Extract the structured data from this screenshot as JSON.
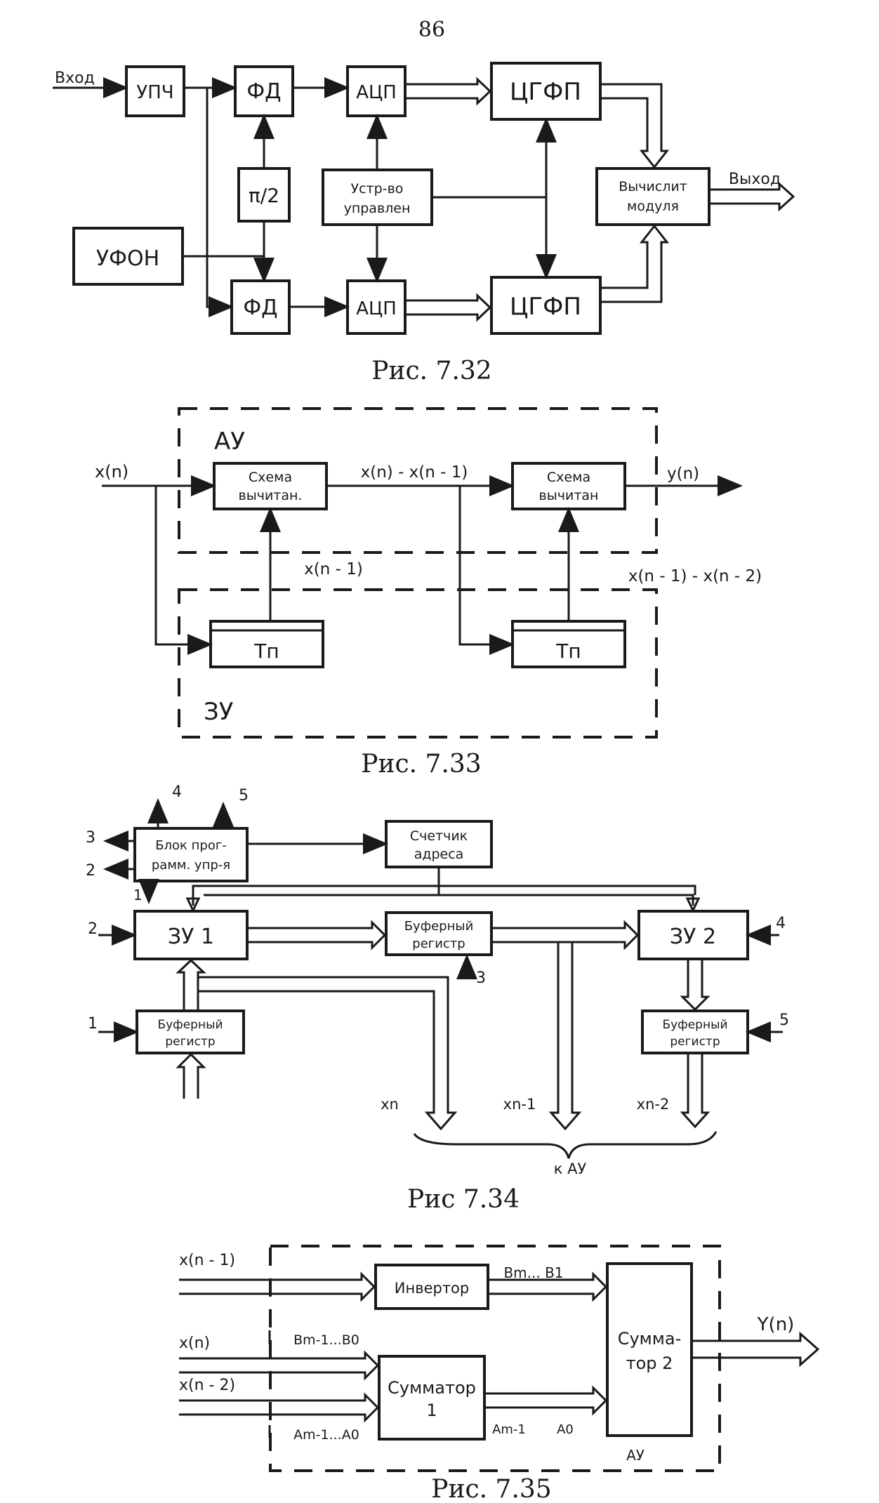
{
  "page_number": "86",
  "fig732": {
    "input": "Вход",
    "output": "Выход",
    "upch": "УПЧ",
    "fd_top": "ФД",
    "fd_bottom": "ФД",
    "pi2": "π/2",
    "acp_top": "АЦП",
    "acp_bottom": "АЦП",
    "control_1": "Устр-во",
    "control_2": "управлен",
    "cgfp_top": "ЦГФП",
    "cgfp_bottom": "ЦГФП",
    "ufon": "УФОН",
    "calc_1": "Вычислит",
    "calc_2": "модуля",
    "caption": "Рис. 7.32"
  },
  "fig733": {
    "au": "АУ",
    "zu": "ЗУ",
    "input": "x(n)",
    "sub1_1": "Схема",
    "sub1_2": "вычитан.",
    "sub2_1": "Схема",
    "sub2_2": "вычитан",
    "diff1": "x(n) - x(n - 1)",
    "delay_lbl": "x(n - 1)",
    "diff2": "x(n - 1) - x(n - 2)",
    "output": "y(n)",
    "tn1": "Tп",
    "tn2": "Tп",
    "caption": "Рис. 7.33"
  },
  "fig734": {
    "prog_1": "Блок прог-",
    "prog_2": "рамм. упр-я",
    "counter_1": "Счетчик",
    "counter_2": "адреса",
    "zu1": "ЗУ 1",
    "zu2": "ЗУ 2",
    "buf_mid_1": "Буферный",
    "buf_mid_2": "регистр",
    "buf_left_1": "Буферный",
    "buf_left_2": "регистр",
    "buf_right_1": "Буферный",
    "buf_right_2": "регистр",
    "n1": "1",
    "n2": "2",
    "n3": "3",
    "n4": "4",
    "n5": "5",
    "n4b": "4",
    "n5b": "5",
    "n2b": "2",
    "n1b": "1",
    "n3b": "3",
    "xn": "xn",
    "xn1": "xn-1",
    "xn2": "xn-2",
    "kau": "к АУ",
    "caption": "Рис 7.34"
  },
  "fig735": {
    "in1": "x(n - 1)",
    "in2": "x(n)",
    "in3": "x(n - 2)",
    "inverter": "Инвертор",
    "bm": "Bm... B1",
    "bm1": "Bm-1...B0",
    "summator1_1": "Сумматор",
    "summator1_2": "1",
    "am_a": "Am-1",
    "am_b": "A0",
    "am_left": "Am-1...A0",
    "summator2_1": "Сумма-",
    "summator2_2": "тор 2",
    "au": "АУ",
    "output": "Y(n)",
    "caption": "Рис. 7.35"
  }
}
